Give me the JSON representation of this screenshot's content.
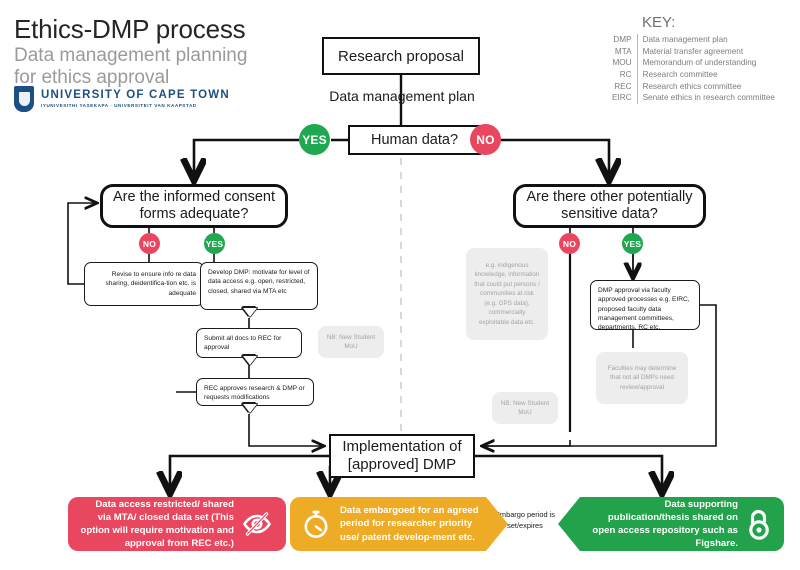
{
  "header": {
    "title": "Ethics-DMP process",
    "subtitle_line1": "Data management planning",
    "subtitle_line2": "for ethics approval",
    "logo": {
      "name": "UNIVERSITY OF CAPE TOWN",
      "motto": "IYUNIVESITHI YASEKAPA · UNIVERSITEIT VAN KAAPSTAD"
    }
  },
  "key": {
    "title": "KEY:",
    "entries": [
      {
        "abbr": "DMP",
        "definition": "Data management plan"
      },
      {
        "abbr": "MTA",
        "definition": "Material transfer agreement"
      },
      {
        "abbr": "MOU",
        "definition": "Memorandum of understanding"
      },
      {
        "abbr": "RC",
        "definition": "Research committee"
      },
      {
        "abbr": "REC",
        "definition": "Research ethics committee"
      },
      {
        "abbr": "EIRC",
        "definition": "Senate ethics in research committee"
      }
    ]
  },
  "flow": {
    "research_proposal": "Research proposal",
    "dmp_edge_label": "Data management plan",
    "human_data": "Human data?",
    "implementation_line1": "Implementation of",
    "implementation_line2": "[approved] DMP",
    "badges": {
      "yes": "YES",
      "no": "NO"
    },
    "left_branch": {
      "question": "Are the informed consent forms adequate?",
      "no_box": "Revise to ensure info re data sharing, deidentifica-tion etc. is adequate",
      "yes_box": "Develop DMP: motivate for level of data access e.g. open, restricted, closed, shared via MTA etc",
      "submit_box": "Submit all docs to REC for approval",
      "approve_box": "REC approves research & DMP or requests modifications"
    },
    "right_branch": {
      "question": "Are there other potentially sensitive data?",
      "no_note": "e.g. indigenous knowledge, information that could put persons / communities at risk (e.g. GPS data), commercially exploitable data etc.",
      "yes_box": "DMP approval via faculty approved processes e.g. EIRC, proposed faculty data management committees, departments, RC etc.",
      "faculties_note": "Faculties may determine that not all DMPs need review/approval"
    },
    "notes": {
      "mou_note": "NB: New Student MoU"
    },
    "embargo_label": "Embargo period is set/expires"
  },
  "outcomes": [
    {
      "id": "restricted",
      "color": "#e8475f",
      "icon": "eye-slash-icon",
      "text": "Data access restricted/ shared via MTA/ closed data set (This option will require motivation and approval from REC etc.)"
    },
    {
      "id": "embargoed",
      "color": "#eeab25",
      "icon": "stopwatch-icon",
      "text": "Data embargoed for an agreed period for researcher priority use/ patent develop-ment etc."
    },
    {
      "id": "open-access",
      "color": "#22a24a",
      "icon": "open-access-lock-icon",
      "text": "Data supporting publication/thesis shared on open access repository such as Figshare."
    }
  ],
  "colors": {
    "yes_green": "#1fa84f",
    "no_red": "#e8475f",
    "amber": "#eeab25",
    "green": "#22a24a",
    "uct_blue": "#1c4f82",
    "note_grey": "#ededed"
  }
}
